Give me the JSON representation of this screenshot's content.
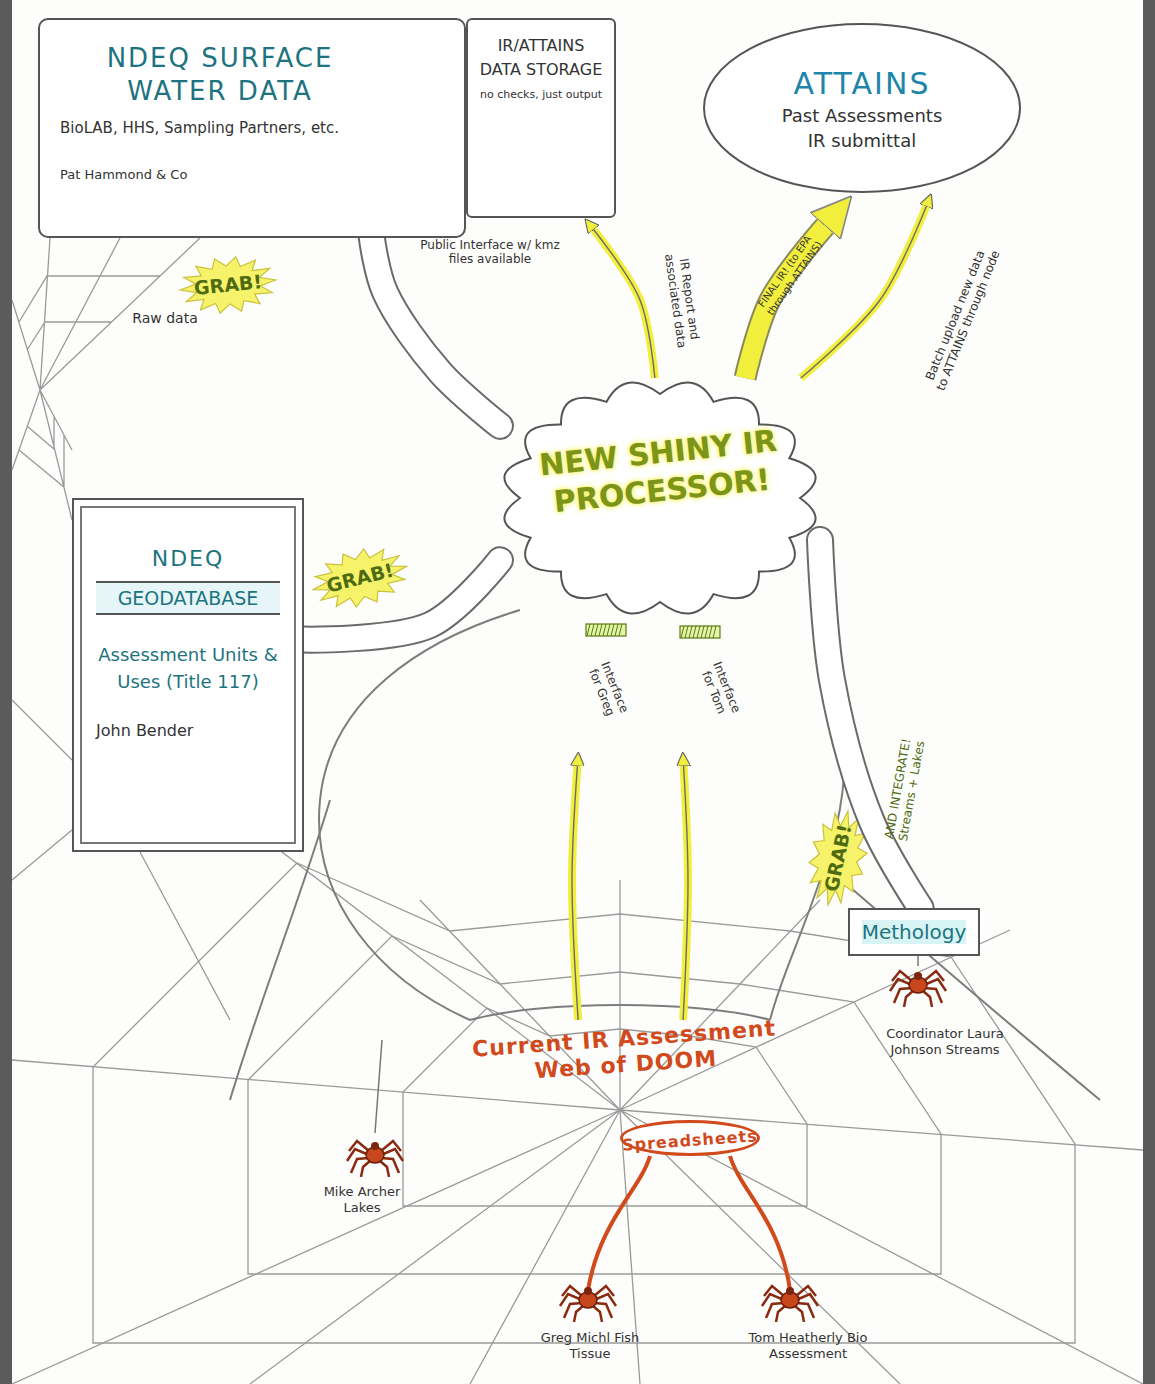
{
  "diagram": {
    "nodes": [
      {
        "text": [
          "NDEQ SURFACE WATER DATA",
          "BioLAB, HHS, Sampling Partners, etc.",
          "Pat Hammond & Co"
        ]
      },
      {
        "text": [
          "IR/ATTAINS DATA STORAGE",
          "no checks, just output"
        ]
      },
      {
        "text": [
          "ATTAINS",
          "Past Assessments",
          "IR submittal"
        ]
      },
      {
        "text": [
          "NDEQ",
          "GEODATABASE",
          "Assessment Units & Uses (Title 117)",
          "John Bender"
        ]
      },
      {
        "text": [
          "NEW SHINY IR PROCESSOR!"
        ]
      },
      {
        "text": [
          "Methology"
        ]
      },
      {
        "text": [
          "Current IR Assessment Web of DOOM"
        ]
      },
      {
        "text": [
          "Spreadsheets"
        ],
        "in": 6
      }
    ],
    "edges": [
      {
        "from": 4,
        "to": 0,
        "arrow": "none",
        "label": "GRAB!"
      },
      {
        "from": 4,
        "to": 3,
        "arrow": "none",
        "label": "GRAB!"
      },
      {
        "from": 4,
        "to": 5,
        "arrow": "none",
        "label": "GRAB!"
      },
      {
        "from": 4,
        "to": 1,
        "arrow": "to",
        "label": "IR Report and associated data"
      },
      {
        "from": 4,
        "to": 2,
        "arrow": "to",
        "label": "FINAL IR! (to EPA through ATTAINS)"
      },
      {
        "from": 4,
        "to": 2,
        "arrow": "to",
        "label": "Batch upload new data to ATTAINS through node"
      },
      {
        "from": 6,
        "to": 4,
        "arrow": "to"
      },
      {
        "from": 6,
        "to": 4,
        "arrow": "to"
      }
    ],
    "labels": [
      "Raw data",
      "Public Interface w/ kmz files available",
      "Interface for Greg",
      "Interface for Tom",
      "AND INTEGRATE! Streams + Lakes",
      "Mike Archer Lakes",
      "Coordinator Laura Johnson Streams",
      "Greg Michl Fish Tissue",
      "Tom Heatherly Bio Assessment"
    ]
  }
}
